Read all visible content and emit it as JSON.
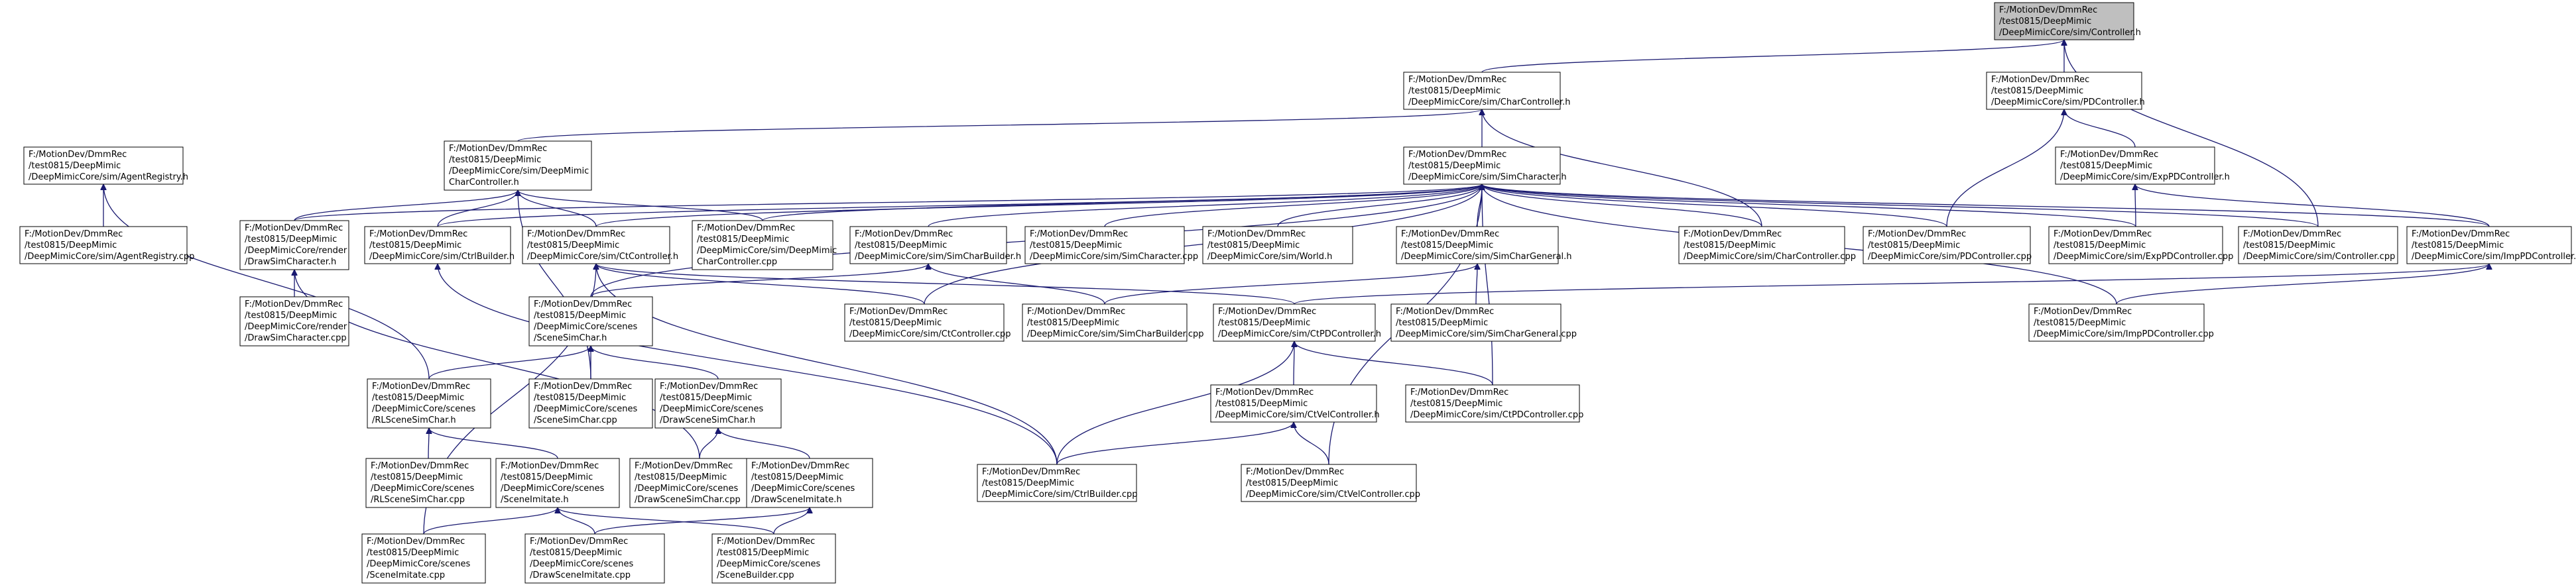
{
  "graph": {
    "title": "",
    "colors": {
      "edge": "#191970",
      "root_fill": "#bfbfbf",
      "node_fill": "#ffffff",
      "border": "#000000"
    },
    "nodes": [
      {
        "id": "controller_h",
        "root": true,
        "lines": [
          "F:/MotionDev/DmmRec",
          "/test0815/DeepMimic",
          "/DeepMimicCore/sim/Controller.h"
        ]
      },
      {
        "id": "charcontroller_h",
        "lines": [
          "F:/MotionDev/DmmRec",
          "/test0815/DeepMimic",
          "/DeepMimicCore/sim/CharController.h"
        ]
      },
      {
        "id": "pdcontroller_h",
        "lines": [
          "F:/MotionDev/DmmRec",
          "/test0815/DeepMimic",
          "/DeepMimicCore/sim/PDController.h"
        ]
      },
      {
        "id": "agentregistry_h",
        "lines": [
          "F:/MotionDev/DmmRec",
          "/test0815/DeepMimic",
          "/DeepMimicCore/sim/AgentRegistry.h"
        ]
      },
      {
        "id": "deepmimic_charcontroller_h",
        "lines": [
          "F:/MotionDev/DmmRec",
          "/test0815/DeepMimic",
          "/DeepMimicCore/sim/DeepMimic",
          "CharController.h"
        ]
      },
      {
        "id": "simcharacter_h",
        "lines": [
          "F:/MotionDev/DmmRec",
          "/test0815/DeepMimic",
          "/DeepMimicCore/sim/SimCharacter.h"
        ]
      },
      {
        "id": "exppdcontroller_h",
        "lines": [
          "F:/MotionDev/DmmRec",
          "/test0815/DeepMimic",
          "/DeepMimicCore/sim/ExpPDController.h"
        ]
      },
      {
        "id": "agentregistry_cpp",
        "lines": [
          "F:/MotionDev/DmmRec",
          "/test0815/DeepMimic",
          "/DeepMimicCore/sim/AgentRegistry.cpp"
        ]
      },
      {
        "id": "drawsimcharacter_h",
        "lines": [
          "F:/MotionDev/DmmRec",
          "/test0815/DeepMimic",
          "/DeepMimicCore/render",
          "/DrawSimCharacter.h"
        ]
      },
      {
        "id": "ctrlbuilder_h",
        "lines": [
          "F:/MotionDev/DmmRec",
          "/test0815/DeepMimic",
          "/DeepMimicCore/sim/CtrlBuilder.h"
        ]
      },
      {
        "id": "ctcontroller_h",
        "lines": [
          "F:/MotionDev/DmmRec",
          "/test0815/DeepMimic",
          "/DeepMimicCore/sim/CtController.h"
        ]
      },
      {
        "id": "deepmimic_charcontroller_cpp",
        "lines": [
          "F:/MotionDev/DmmRec",
          "/test0815/DeepMimic",
          "/DeepMimicCore/sim/DeepMimic",
          "CharController.cpp"
        ]
      },
      {
        "id": "simcharbuilder_h",
        "lines": [
          "F:/MotionDev/DmmRec",
          "/test0815/DeepMimic",
          "/DeepMimicCore/sim/SimCharBuilder.h"
        ]
      },
      {
        "id": "simcharacter_cpp",
        "lines": [
          "F:/MotionDev/DmmRec",
          "/test0815/DeepMimic",
          "/DeepMimicCore/sim/SimCharacter.cpp"
        ]
      },
      {
        "id": "world_h",
        "lines": [
          "F:/MotionDev/DmmRec",
          "/test0815/DeepMimic",
          "/DeepMimicCore/sim/World.h"
        ]
      },
      {
        "id": "simchargeneral_h",
        "lines": [
          "F:/MotionDev/DmmRec",
          "/test0815/DeepMimic",
          "/DeepMimicCore/sim/SimCharGeneral.h"
        ]
      },
      {
        "id": "charcontroller_cpp",
        "lines": [
          "F:/MotionDev/DmmRec",
          "/test0815/DeepMimic",
          "/DeepMimicCore/sim/CharController.cpp"
        ]
      },
      {
        "id": "pdcontroller_cpp",
        "lines": [
          "F:/MotionDev/DmmRec",
          "/test0815/DeepMimic",
          "/DeepMimicCore/sim/PDController.cpp"
        ]
      },
      {
        "id": "exppdcontroller_cpp",
        "lines": [
          "F:/MotionDev/DmmRec",
          "/test0815/DeepMimic",
          "/DeepMimicCore/sim/ExpPDController.cpp"
        ]
      },
      {
        "id": "controller_cpp",
        "lines": [
          "F:/MotionDev/DmmRec",
          "/test0815/DeepMimic",
          "/DeepMimicCore/sim/Controller.cpp"
        ]
      },
      {
        "id": "imppdcontroller_h",
        "lines": [
          "F:/MotionDev/DmmRec",
          "/test0815/DeepMimic",
          "/DeepMimicCore/sim/ImpPDController.h"
        ]
      },
      {
        "id": "drawsimcharacter_cpp",
        "lines": [
          "F:/MotionDev/DmmRec",
          "/test0815/DeepMimic",
          "/DeepMimicCore/render",
          "/DrawSimCharacter.cpp"
        ]
      },
      {
        "id": "scenesimchar_h",
        "lines": [
          "F:/MotionDev/DmmRec",
          "/test0815/DeepMimic",
          "/DeepMimicCore/scenes",
          "/SceneSimChar.h"
        ]
      },
      {
        "id": "ctcontroller_cpp",
        "lines": [
          "F:/MotionDev/DmmRec",
          "/test0815/DeepMimic",
          "/DeepMimicCore/sim/CtController.cpp"
        ]
      },
      {
        "id": "simcharbuilder_cpp",
        "lines": [
          "F:/MotionDev/DmmRec",
          "/test0815/DeepMimic",
          "/DeepMimicCore/sim/SimCharBuilder.cpp"
        ]
      },
      {
        "id": "ctpdcontroller_h",
        "lines": [
          "F:/MotionDev/DmmRec",
          "/test0815/DeepMimic",
          "/DeepMimicCore/sim/CtPDController.h"
        ]
      },
      {
        "id": "simchargeneral_cpp",
        "lines": [
          "F:/MotionDev/DmmRec",
          "/test0815/DeepMimic",
          "/DeepMimicCore/sim/SimCharGeneral.cpp"
        ]
      },
      {
        "id": "imppdcontroller_cpp",
        "lines": [
          "F:/MotionDev/DmmRec",
          "/test0815/DeepMimic",
          "/DeepMimicCore/sim/ImpPDController.cpp"
        ]
      },
      {
        "id": "rlscenesimchar_h",
        "lines": [
          "F:/MotionDev/DmmRec",
          "/test0815/DeepMimic",
          "/DeepMimicCore/scenes",
          "/RLSceneSimChar.h"
        ]
      },
      {
        "id": "scenesimchar_cpp",
        "lines": [
          "F:/MotionDev/DmmRec",
          "/test0815/DeepMimic",
          "/DeepMimicCore/scenes",
          "/SceneSimChar.cpp"
        ]
      },
      {
        "id": "drawscenesimchar_h",
        "lines": [
          "F:/MotionDev/DmmRec",
          "/test0815/DeepMimic",
          "/DeepMimicCore/scenes",
          "/DrawSceneSimChar.h"
        ]
      },
      {
        "id": "ctvelcontroller_h",
        "lines": [
          "F:/MotionDev/DmmRec",
          "/test0815/DeepMimic",
          "/DeepMimicCore/sim/CtVelController.h"
        ]
      },
      {
        "id": "ctpdcontroller_cpp",
        "lines": [
          "F:/MotionDev/DmmRec",
          "/test0815/DeepMimic",
          "/DeepMimicCore/sim/CtPDController.cpp"
        ]
      },
      {
        "id": "rlscenesimchar_cpp",
        "lines": [
          "F:/MotionDev/DmmRec",
          "/test0815/DeepMimic",
          "/DeepMimicCore/scenes",
          "/RLSceneSimChar.cpp"
        ]
      },
      {
        "id": "sceneimitate_h",
        "lines": [
          "F:/MotionDev/DmmRec",
          "/test0815/DeepMimic",
          "/DeepMimicCore/scenes",
          "/SceneImitate.h"
        ]
      },
      {
        "id": "drawscenesimchar_cpp",
        "lines": [
          "F:/MotionDev/DmmRec",
          "/test0815/DeepMimic",
          "/DeepMimicCore/scenes",
          "/DrawSceneSimChar.cpp"
        ]
      },
      {
        "id": "drawsceneimitate_h",
        "lines": [
          "F:/MotionDev/DmmRec",
          "/test0815/DeepMimic",
          "/DeepMimicCore/scenes",
          "/DrawSceneImitate.h"
        ]
      },
      {
        "id": "ctrlbuilder_cpp",
        "lines": [
          "F:/MotionDev/DmmRec",
          "/test0815/DeepMimic",
          "/DeepMimicCore/sim/CtrlBuilder.cpp"
        ]
      },
      {
        "id": "ctvelcontroller_cpp",
        "lines": [
          "F:/MotionDev/DmmRec",
          "/test0815/DeepMimic",
          "/DeepMimicCore/sim/CtVelController.cpp"
        ]
      },
      {
        "id": "sceneimitate_cpp",
        "lines": [
          "F:/MotionDev/DmmRec",
          "/test0815/DeepMimic",
          "/DeepMimicCore/scenes",
          "/SceneImitate.cpp"
        ]
      },
      {
        "id": "drawsceneimitate_cpp",
        "lines": [
          "F:/MotionDev/DmmRec",
          "/test0815/DeepMimic",
          "/DeepMimicCore/scenes",
          "/DrawSceneImitate.cpp"
        ]
      },
      {
        "id": "scenebuilder_cpp",
        "lines": [
          "F:/MotionDev/DmmRec",
          "/test0815/DeepMimic",
          "/DeepMimicCore/scenes",
          "/SceneBuilder.cpp"
        ]
      }
    ],
    "edges": [
      [
        "charcontroller_h",
        "controller_h"
      ],
      [
        "pdcontroller_h",
        "controller_h"
      ],
      [
        "controller_cpp",
        "controller_h"
      ],
      [
        "deepmimic_charcontroller_h",
        "charcontroller_h"
      ],
      [
        "simcharacter_h",
        "charcontroller_h"
      ],
      [
        "charcontroller_cpp",
        "charcontroller_h"
      ],
      [
        "exppdcontroller_h",
        "pdcontroller_h"
      ],
      [
        "pdcontroller_cpp",
        "pdcontroller_h"
      ],
      [
        "agentregistry_cpp",
        "agentregistry_h"
      ],
      [
        "rlscenesimchar_h",
        "agentregistry_h"
      ],
      [
        "drawsimcharacter_h",
        "deepmimic_charcontroller_h"
      ],
      [
        "ctrlbuilder_h",
        "deepmimic_charcontroller_h"
      ],
      [
        "ctcontroller_h",
        "deepmimic_charcontroller_h"
      ],
      [
        "deepmimic_charcontroller_cpp",
        "deepmimic_charcontroller_h"
      ],
      [
        "scenesimchar_cpp",
        "deepmimic_charcontroller_h"
      ],
      [
        "drawsimcharacter_h",
        "simcharacter_h"
      ],
      [
        "ctrlbuilder_h",
        "simcharacter_h"
      ],
      [
        "ctcontroller_h",
        "simcharacter_h"
      ],
      [
        "deepmimic_charcontroller_cpp",
        "simcharacter_h"
      ],
      [
        "simcharbuilder_h",
        "simcharacter_h"
      ],
      [
        "simcharacter_cpp",
        "simcharacter_h"
      ],
      [
        "world_h",
        "simcharacter_h"
      ],
      [
        "simchargeneral_h",
        "simcharacter_h"
      ],
      [
        "charcontroller_cpp",
        "simcharacter_h"
      ],
      [
        "pdcontroller_cpp",
        "simcharacter_h"
      ],
      [
        "exppdcontroller_cpp",
        "simcharacter_h"
      ],
      [
        "controller_cpp",
        "simcharacter_h"
      ],
      [
        "imppdcontroller_h",
        "simcharacter_h"
      ],
      [
        "scenesimchar_h",
        "simcharacter_h"
      ],
      [
        "ctcontroller_cpp",
        "simcharacter_h"
      ],
      [
        "ctpdcontroller_cpp",
        "simcharacter_h"
      ],
      [
        "ctvelcontroller_cpp",
        "simcharacter_h"
      ],
      [
        "imppdcontroller_cpp",
        "simcharacter_h"
      ],
      [
        "exppdcontroller_cpp",
        "exppdcontroller_h"
      ],
      [
        "imppdcontroller_h",
        "exppdcontroller_h"
      ],
      [
        "drawsimcharacter_cpp",
        "drawsimcharacter_h"
      ],
      [
        "drawscenesimchar_cpp",
        "drawsimcharacter_h"
      ],
      [
        "ctrlbuilder_cpp",
        "ctrlbuilder_h"
      ],
      [
        "ctcontroller_cpp",
        "ctcontroller_h"
      ],
      [
        "ctpdcontroller_h",
        "ctcontroller_h"
      ],
      [
        "ctrlbuilder_cpp",
        "ctcontroller_h"
      ],
      [
        "sceneimitate_cpp",
        "ctcontroller_h"
      ],
      [
        "scenesimchar_h",
        "simcharbuilder_h"
      ],
      [
        "simcharbuilder_cpp",
        "simcharbuilder_h"
      ],
      [
        "simcharbuilder_cpp",
        "simchargeneral_h"
      ],
      [
        "simchargeneral_cpp",
        "simchargeneral_h"
      ],
      [
        "ctpdcontroller_h",
        "imppdcontroller_h"
      ],
      [
        "imppdcontroller_cpp",
        "imppdcontroller_h"
      ],
      [
        "rlscenesimchar_h",
        "scenesimchar_h"
      ],
      [
        "scenesimchar_cpp",
        "scenesimchar_h"
      ],
      [
        "drawscenesimchar_h",
        "scenesimchar_h"
      ],
      [
        "ctrlbuilder_cpp",
        "ctpdcontroller_h"
      ],
      [
        "ctvelcontroller_h",
        "ctpdcontroller_h"
      ],
      [
        "ctpdcontroller_cpp",
        "ctpdcontroller_h"
      ],
      [
        "rlscenesimchar_cpp",
        "rlscenesimchar_h"
      ],
      [
        "sceneimitate_h",
        "rlscenesimchar_h"
      ],
      [
        "drawscenesimchar_cpp",
        "drawscenesimchar_h"
      ],
      [
        "drawsceneimitate_h",
        "drawscenesimchar_h"
      ],
      [
        "ctrlbuilder_cpp",
        "ctvelcontroller_h"
      ],
      [
        "ctvelcontroller_cpp",
        "ctvelcontroller_h"
      ],
      [
        "sceneimitate_cpp",
        "sceneimitate_h"
      ],
      [
        "drawsceneimitate_cpp",
        "sceneimitate_h"
      ],
      [
        "scenebuilder_cpp",
        "sceneimitate_h"
      ],
      [
        "drawsceneimitate_cpp",
        "drawsceneimitate_h"
      ],
      [
        "scenebuilder_cpp",
        "drawsceneimitate_h"
      ]
    ]
  }
}
